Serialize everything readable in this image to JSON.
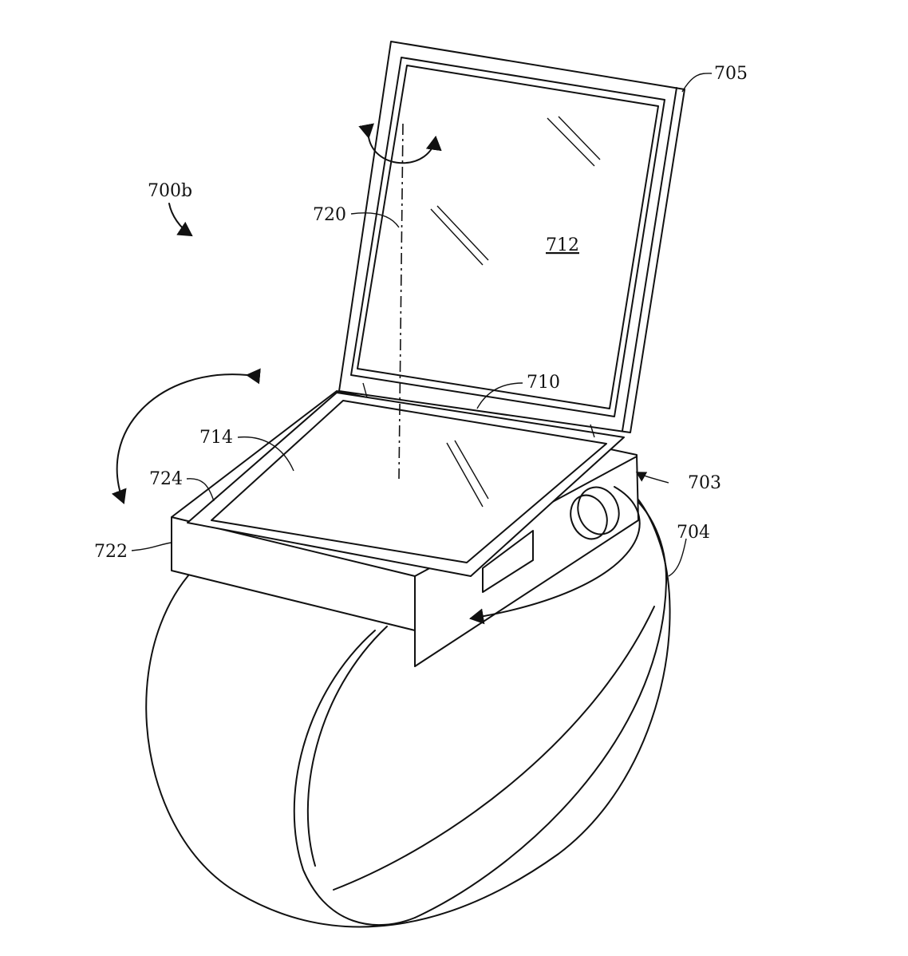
{
  "figure": {
    "labels": {
      "device": "700b",
      "flip_display": "705",
      "housing": "703",
      "band": "704",
      "hinge": "710",
      "upper_screen": "712",
      "lower_screen": "714",
      "axis": "720",
      "side_face": "722",
      "edge": "724"
    }
  }
}
